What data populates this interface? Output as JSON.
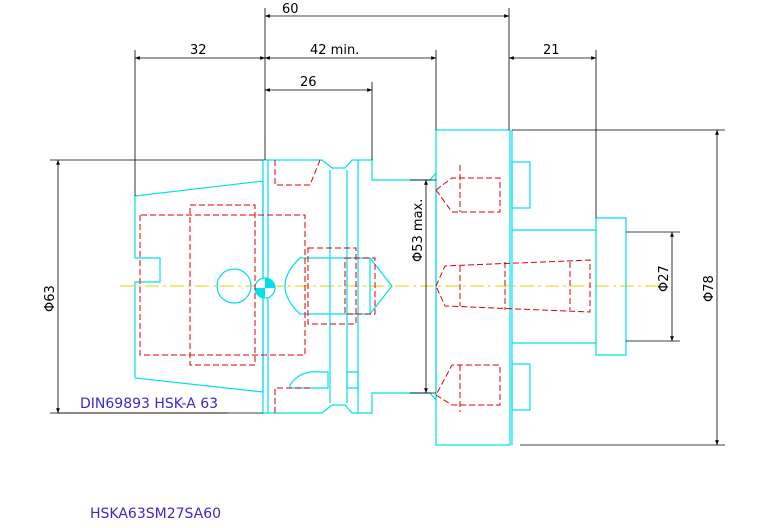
{
  "drawing": {
    "dimensions": {
      "total_length": "60",
      "shank_length": "32",
      "min_length": "42 min.",
      "inner_length": "26",
      "nut_length": "21",
      "dia_63": "Φ63",
      "dia_53_max": "Φ53 max.",
      "dia_27": "Φ27",
      "dia_78": "Φ78"
    },
    "standard_label": "DIN69893 HSK-A 63",
    "part_code": "HSKA63SM27SA60"
  },
  "colors": {
    "outline": "#00e0e8",
    "hidden": "#e00000",
    "center": "#e0d000",
    "dimension": "#000000",
    "label": "#3a2ad0"
  }
}
